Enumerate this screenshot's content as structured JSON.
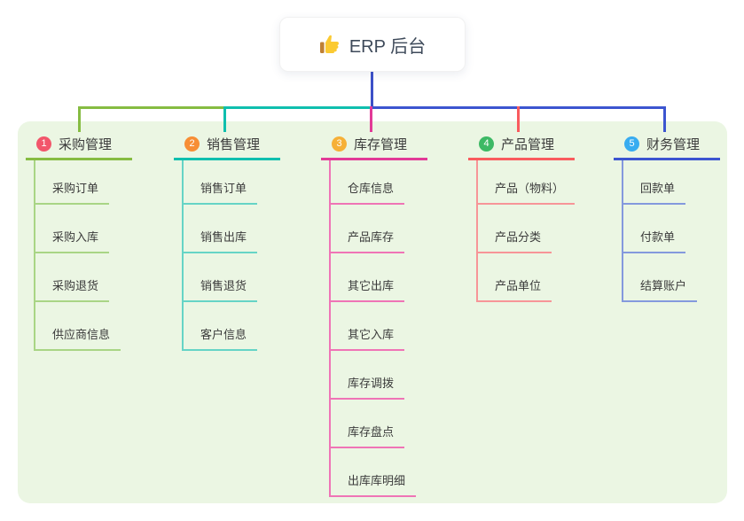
{
  "root": {
    "title": "ERP 后台",
    "icon": "thumbs-up-icon"
  },
  "colors": {
    "panel_background": "#ebf6e3",
    "root_line": "#3c50c8",
    "title_text": "#3e4a5a",
    "node_text": "#3b3b3b"
  },
  "branches": [
    {
      "number": "1",
      "label": "采购管理",
      "color": "#86bc42",
      "light": "#a9d585",
      "badge": "#f2566b",
      "children": [
        "采购订单",
        "采购入库",
        "采购退货",
        "供应商信息"
      ]
    },
    {
      "number": "2",
      "label": "销售管理",
      "color": "#0fbfae",
      "light": "#66d4c6",
      "badge": "#f78e35",
      "children": [
        "销售订单",
        "销售出库",
        "销售退货",
        "客户信息"
      ]
    },
    {
      "number": "3",
      "label": "库存管理",
      "color": "#e23a97",
      "light": "#ef74b6",
      "badge": "#f6b037",
      "children": [
        "仓库信息",
        "产品库存",
        "其它出库",
        "其它入库",
        "库存调拨",
        "库存盘点",
        "出库库明细"
      ]
    },
    {
      "number": "4",
      "label": "产品管理",
      "color": "#f95b5e",
      "light": "#f79598",
      "badge": "#3db965",
      "children": [
        "产品（物料）",
        "产品分类",
        "产品单位"
      ]
    },
    {
      "number": "5",
      "label": "财务管理",
      "color": "#3c55d0",
      "light": "#8499dd",
      "badge": "#38acf0",
      "children": [
        "回款单",
        "付款单",
        "结算账户"
      ]
    }
  ]
}
